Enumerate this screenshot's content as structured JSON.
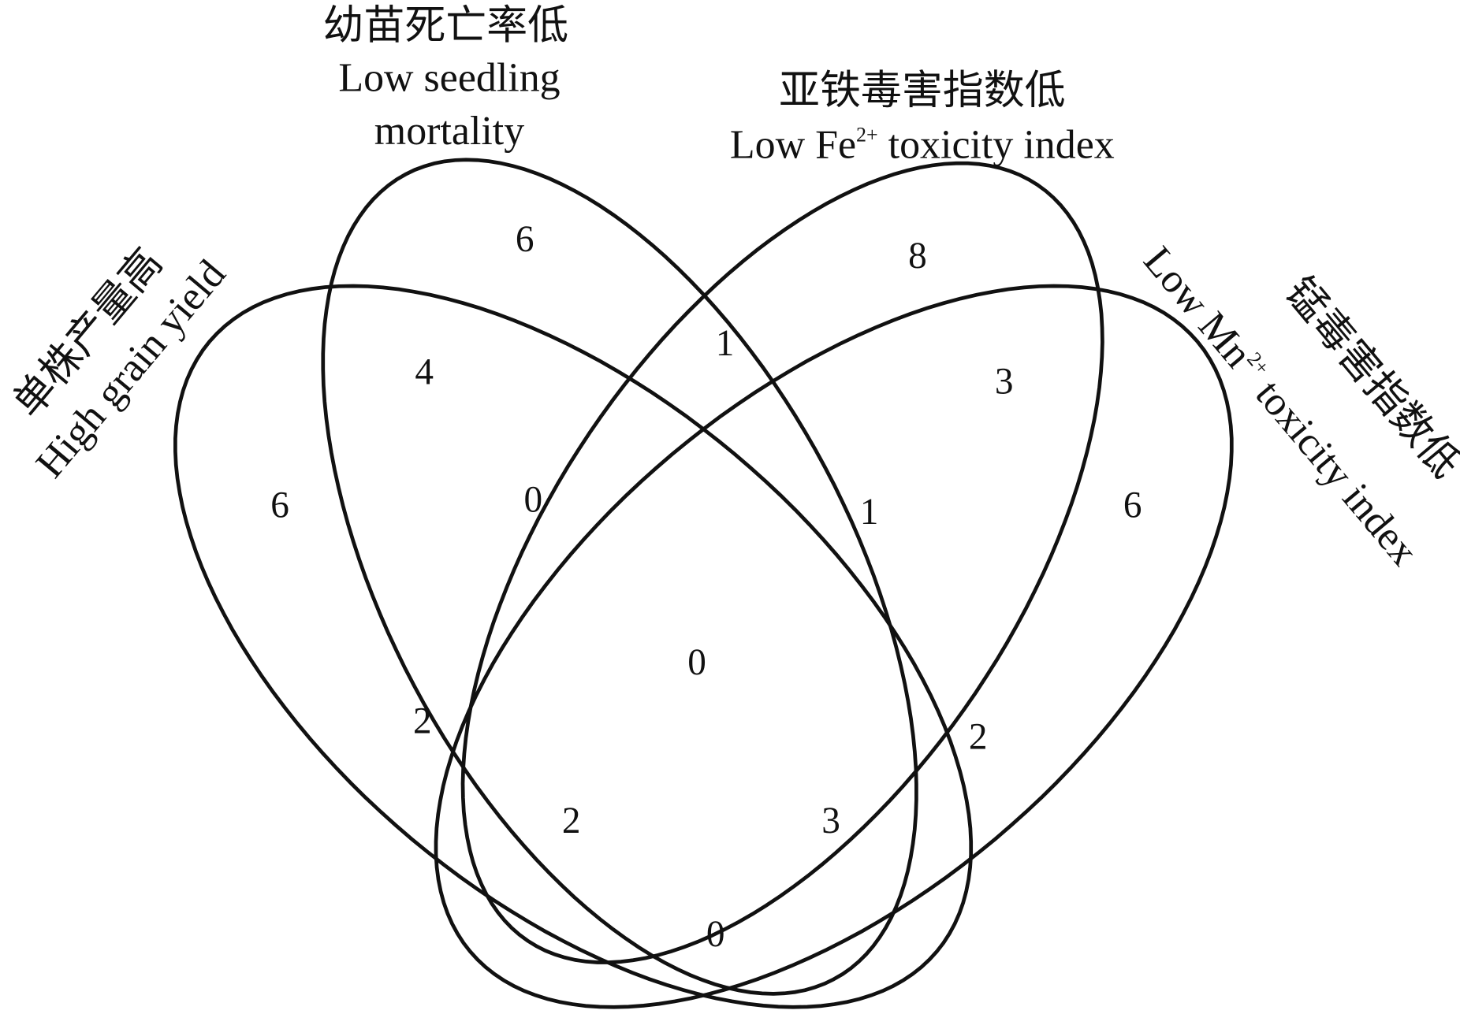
{
  "sets": [
    {
      "zh": "单株产量高",
      "en": "High grain yield"
    },
    {
      "zh": "幼苗死亡率低",
      "en_line1": "Low seedling",
      "en_line2": "mortality"
    },
    {
      "zh": "亚铁毒害指数低",
      "en_pre": "Low Fe",
      "en_sup": "2+",
      "en_post": " toxicity index"
    },
    {
      "zh": "锰毒害指数低",
      "en_pre": "Low Mn",
      "en_sup": "2+",
      "en_post": " toxicity index"
    }
  ],
  "regions": {
    "A_only": "6",
    "B_only": "6",
    "C_only": "8",
    "D_only": "6",
    "AB": "4",
    "BC": "1",
    "CD": "3",
    "AC": "2",
    "BD": "2",
    "AD": "0",
    "ABC": "0",
    "BCD": "1",
    "ABD": "3",
    "ACD": "2",
    "ABCD": "0",
    "bottom_AD": "0"
  }
}
